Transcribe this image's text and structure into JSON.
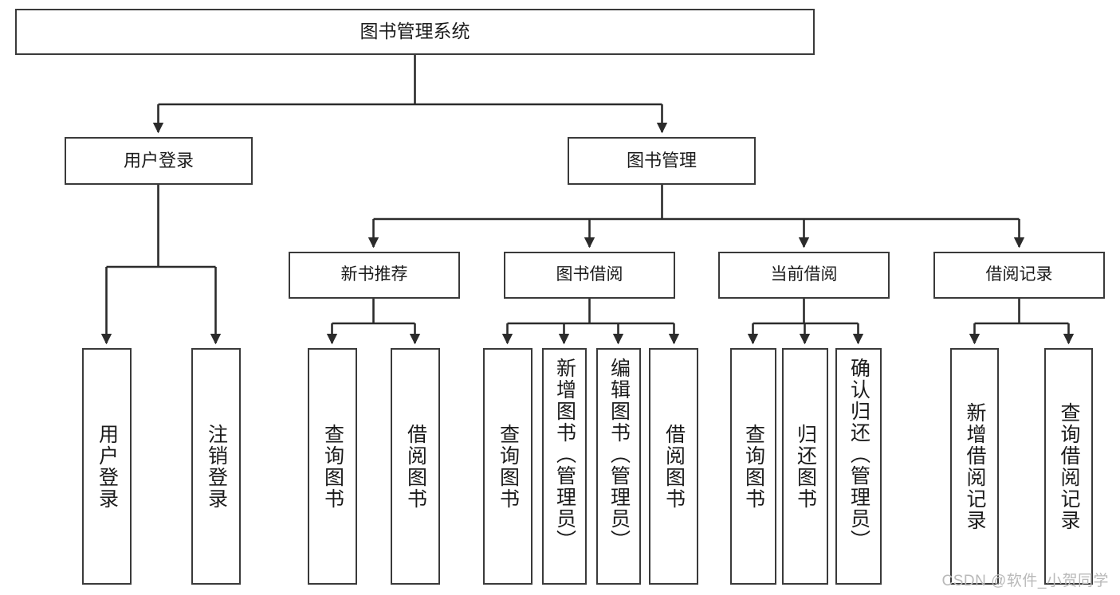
{
  "diagram": {
    "title": "图书管理系统",
    "type": "tree",
    "watermark": "CSDN @软件_小贺同学",
    "colors": {
      "box_border": "#3a3a3a",
      "box_fill": "#ffffff",
      "connector": "#2b2b2b",
      "text": "#1b1b1b",
      "watermark": "#b9b9b9"
    },
    "nodes": {
      "root": {
        "label": "图书管理系统"
      },
      "level2": [
        {
          "id": "user-login",
          "label": "用户登录"
        },
        {
          "id": "book-admin",
          "label": "图书管理"
        }
      ],
      "level3": [
        {
          "id": "new-book-rec",
          "label": "新书推荐"
        },
        {
          "id": "book-borrow",
          "label": "图书借阅"
        },
        {
          "id": "current-borrow",
          "label": "当前借阅"
        },
        {
          "id": "borrow-record",
          "label": "借阅记录"
        }
      ],
      "leaves": {
        "user-login": [
          {
            "id": "leaf-user-login",
            "label": "用户登录"
          },
          {
            "id": "leaf-user-logout",
            "label": "注销登录"
          }
        ],
        "new-book-rec": [
          {
            "id": "leaf-query-book-1",
            "label": "查询图书"
          },
          {
            "id": "leaf-borrow-book-1",
            "label": "借阅图书"
          }
        ],
        "book-borrow": [
          {
            "id": "leaf-query-book-2",
            "label": "查询图书"
          },
          {
            "id": "leaf-add-book",
            "label": "新增图书（管理员）"
          },
          {
            "id": "leaf-edit-book",
            "label": "编辑图书（管理员）"
          },
          {
            "id": "leaf-borrow-book-2",
            "label": "借阅图书"
          }
        ],
        "current-borrow": [
          {
            "id": "leaf-query-book-3",
            "label": "查询图书"
          },
          {
            "id": "leaf-return-book",
            "label": "归还图书"
          },
          {
            "id": "leaf-confirm-return",
            "label": "确认归还（管理员）"
          }
        ],
        "borrow-record": [
          {
            "id": "leaf-add-record",
            "label": "新增借阅记录"
          },
          {
            "id": "leaf-query-record",
            "label": "查询借阅记录"
          }
        ]
      }
    }
  }
}
